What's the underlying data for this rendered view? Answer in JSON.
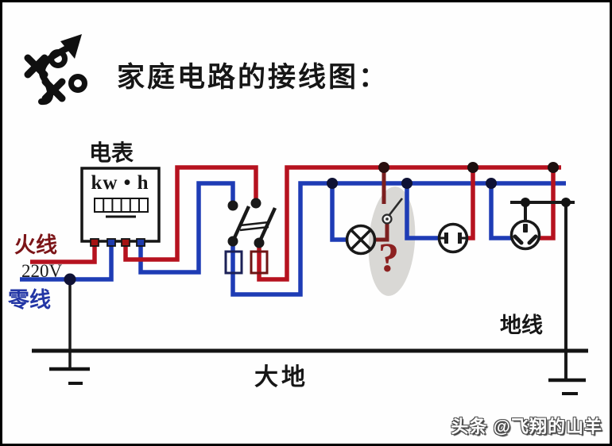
{
  "title": "家庭电路的接线图：",
  "meter": {
    "label": "电表",
    "unit": "kw • h"
  },
  "wire_labels": {
    "live": "火线",
    "voltage": "220V",
    "neutral": "零线",
    "ground": "地线",
    "earth": "大地"
  },
  "annotation": {
    "question_mark": "?"
  },
  "watermark": "头条 @飞翔的山羊",
  "icons": {
    "logo": "strategy-arrow-xo-icon"
  },
  "colors": {
    "live_wire": "#b6121f",
    "neutral_wire": "#1e3cb5",
    "dark_red": "#7c1f1f",
    "wire_black": "#191919",
    "highlight_gray": "#cfcecb"
  }
}
